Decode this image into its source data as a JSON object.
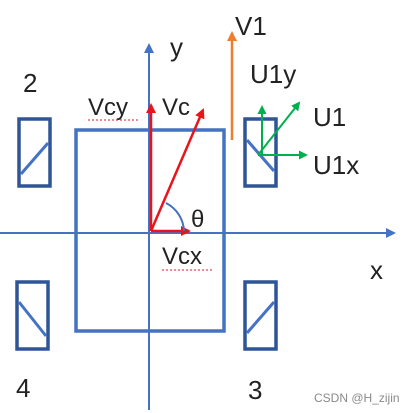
{
  "axes": {
    "x_label": "x",
    "y_label": "y"
  },
  "wheels": [
    {
      "id": "2",
      "label": "2"
    },
    {
      "id": "4",
      "label": "4"
    },
    {
      "id": "3",
      "label": "3"
    }
  ],
  "vectors": {
    "vc": "Vc",
    "vcy": "Vcy",
    "vcx": "Vcx",
    "theta": "θ",
    "v1": "V1",
    "u1": "U1",
    "u1x": "U1x",
    "u1y": "U1y"
  },
  "watermark": "CSDN @H_zijin",
  "colors": {
    "frame": "#4472c4",
    "axis": "#4472c4",
    "body": "#4472c4",
    "red_vector": "#e8141b",
    "orange_vector": "#ed7d31",
    "green_vector": "#00b050",
    "wheel_fill": "#ffffff",
    "wheel_stroke": "#2f5597"
  }
}
